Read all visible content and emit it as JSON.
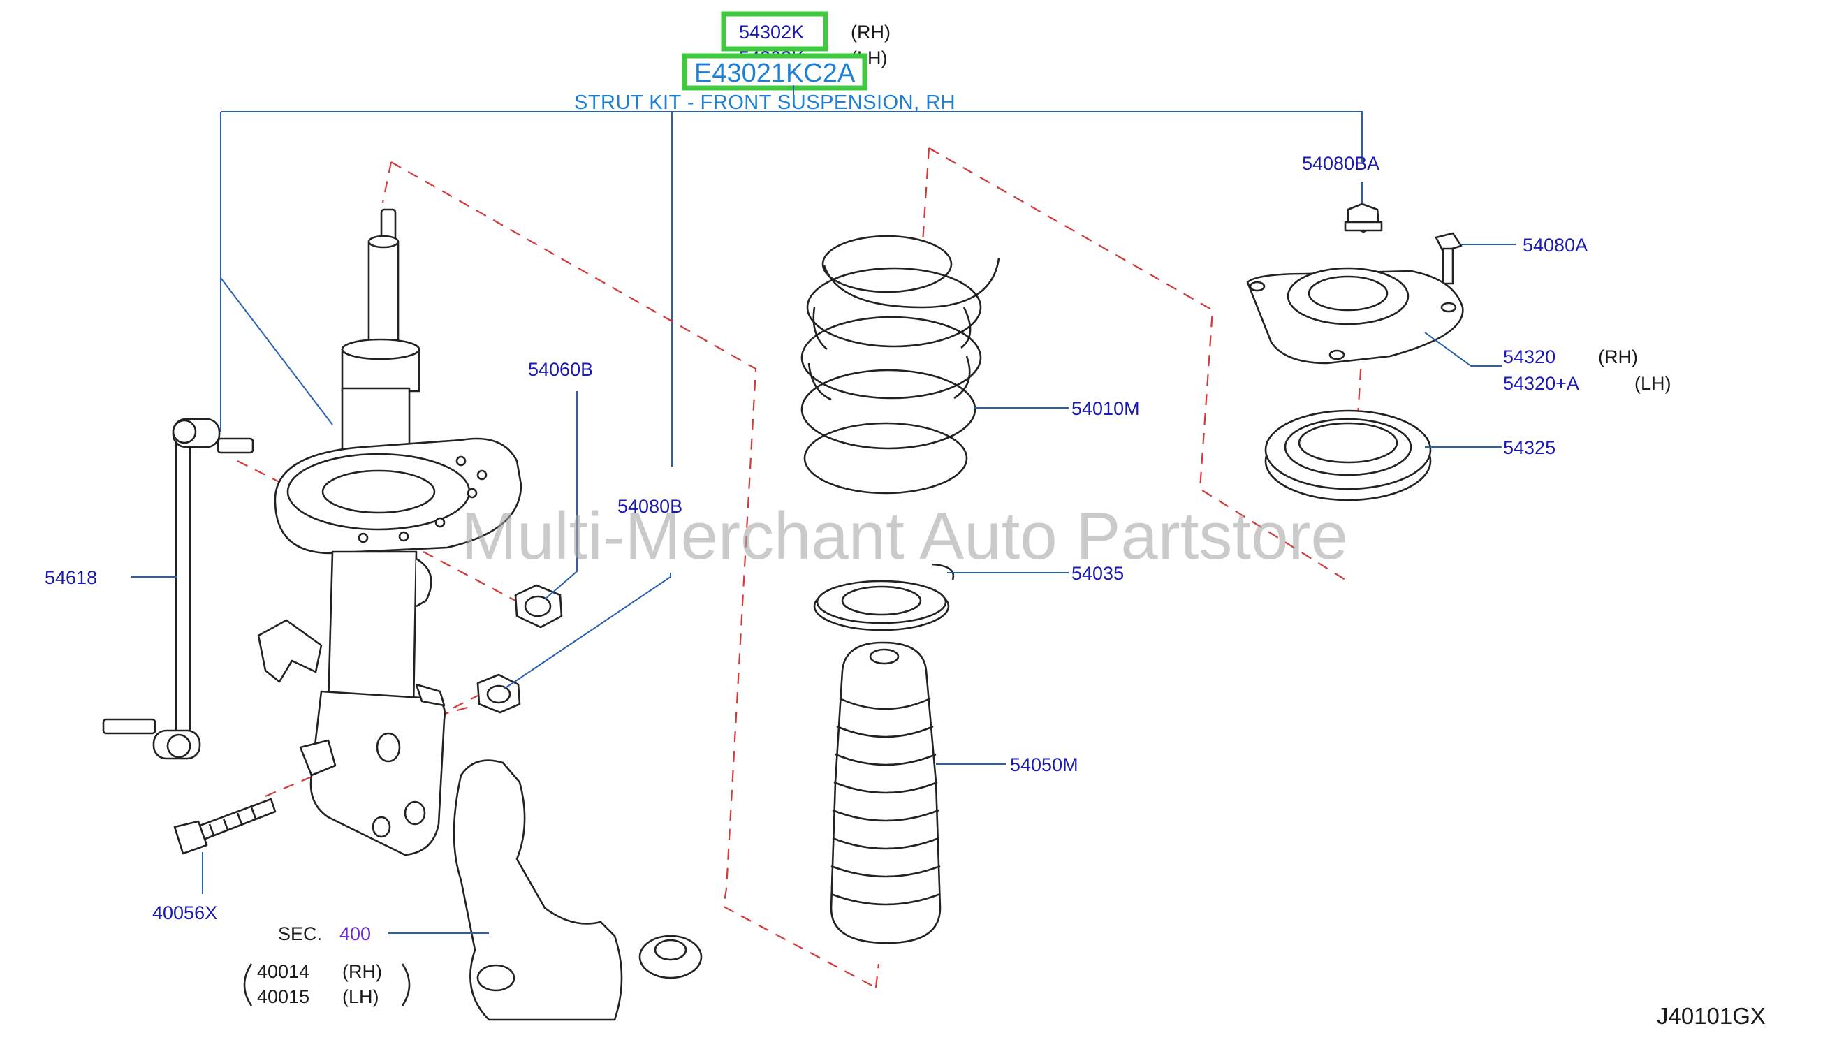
{
  "header": {
    "part_rh": "54302K",
    "part_rh_side": "(RH)",
    "part_lh": "54303K",
    "part_lh_side": "(LH)",
    "kit_number": "E43021KC2A",
    "kit_title": "STRUT KIT - FRONT SUSPENSION, RH"
  },
  "callouts": {
    "c54080BA": "54080BA",
    "c54080A": "54080A",
    "c54320": "54320",
    "c54320_rh": "(RH)",
    "c54320A": "54320+A",
    "c54320A_lh": "(LH)",
    "c54325": "54325",
    "c54010M": "54010M",
    "c54035": "54035",
    "c54050M": "54050M",
    "c54060B": "54060B",
    "c54080B": "54080B",
    "c54618": "54618",
    "c40056X": "40056X",
    "sec_label": "SEC.",
    "sec_number": "400",
    "c40014": "40014",
    "c40014_rh": "(RH)",
    "c40015": "40015",
    "c40015_lh": "(LH)"
  },
  "watermark": "Multi-Merchant Auto Partstore",
  "diagram_code": "J40101GX",
  "colors": {
    "callout": "#1a1ab0",
    "title": "#1e7fd6",
    "highlight": "#3ec93e",
    "dashed_axis": "#d23a3a",
    "leader": "#2a5fb0"
  }
}
